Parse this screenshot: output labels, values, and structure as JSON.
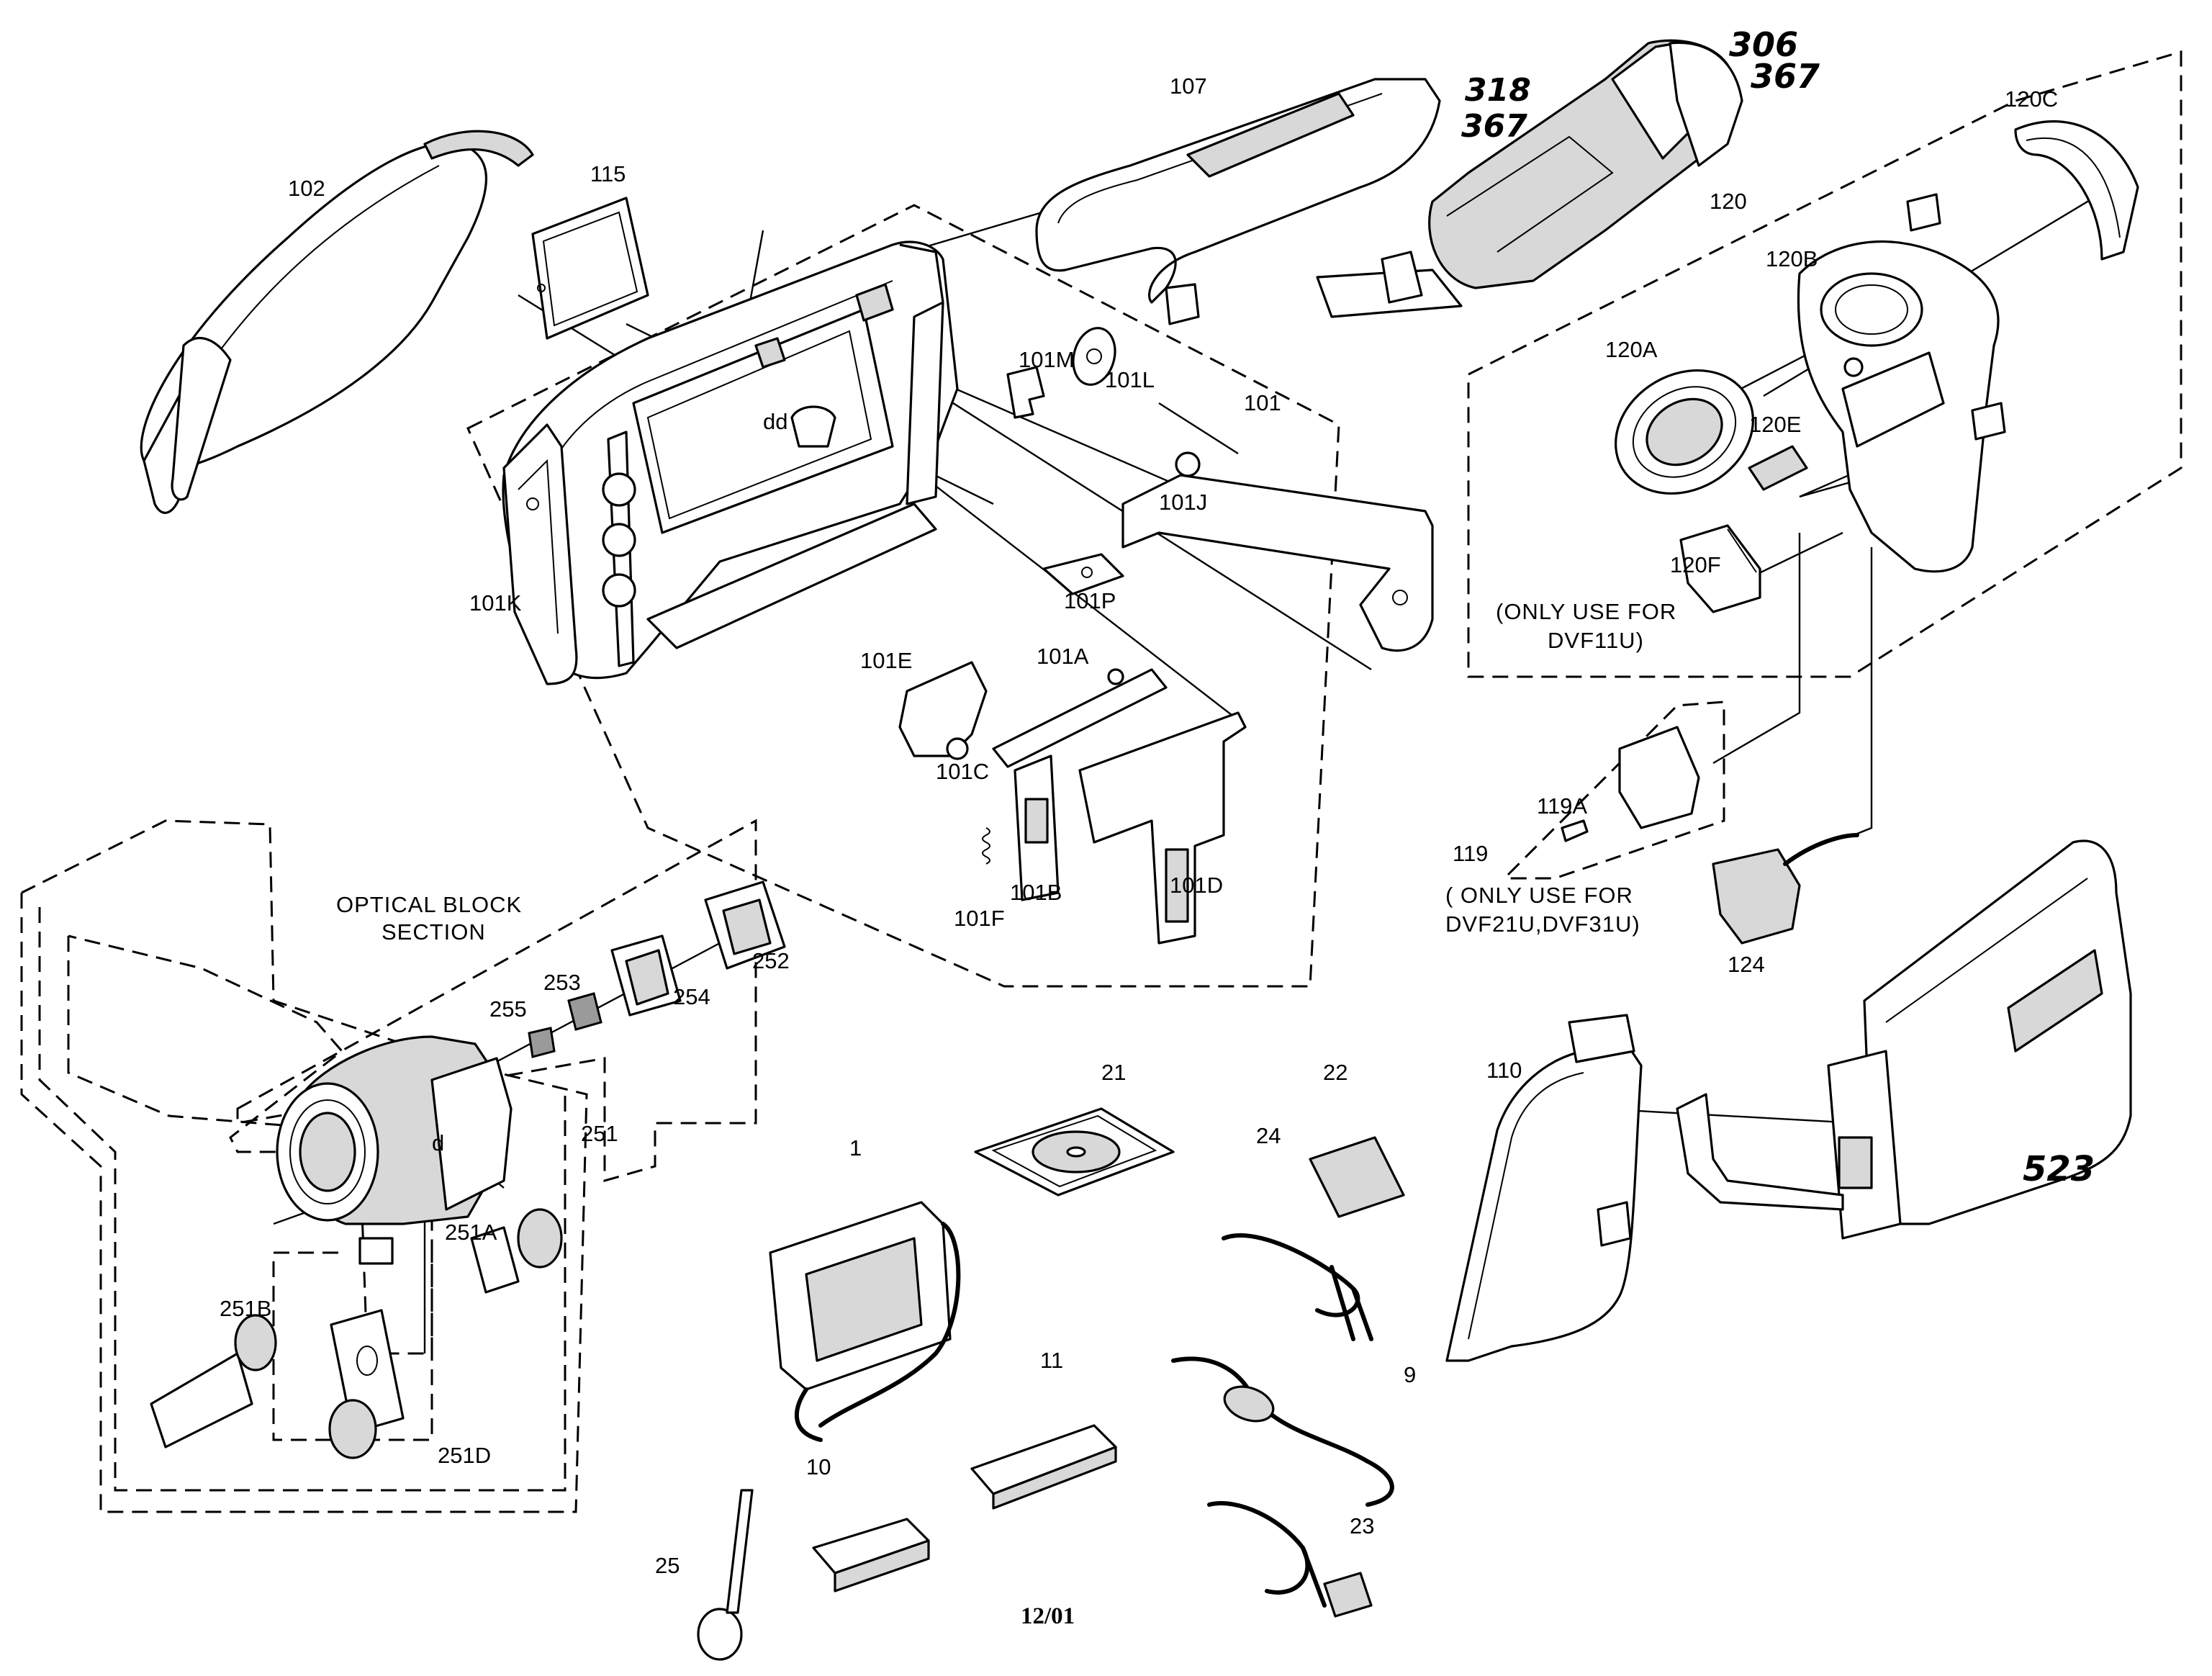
{
  "diagram": {
    "date_code": "12/01",
    "section_title_line1": "OPTICAL BLOCK",
    "section_title_line2": "SECTION",
    "note_dvf11u_line1": "(ONLY USE FOR",
    "note_dvf11u_line2": "DVF11U)",
    "note_dvf21u_line1": "( ONLY USE FOR",
    "note_dvf21u_line2": "DVF21U,DVF31U)",
    "handwritten": {
      "a": "318",
      "b": "367",
      "c": "306",
      "d": "367",
      "e": "523"
    },
    "labels": {
      "p102": "102",
      "p115": "115",
      "p107": "107",
      "p120": "120",
      "p120C": "120C",
      "p120B": "120B",
      "p120A": "120A",
      "p120E": "120E",
      "p120F": "120F",
      "p101": "101",
      "p101M": "101M",
      "p101L": "101L",
      "p101J": "101J",
      "p101K": "101K",
      "p101P": "101P",
      "p101E": "101E",
      "p101A": "101A",
      "p101C": "101C",
      "p101B": "101B",
      "p101D": "101D",
      "p101F": "101F",
      "pdd": "dd",
      "pd": "d",
      "p119A": "119A",
      "p119": "119",
      "p124": "124",
      "p252": "252",
      "p253": "253",
      "p254": "254",
      "p255": "255",
      "p251": "251",
      "p251A": "251A",
      "p251B": "251B",
      "p251D": "251D",
      "p21": "21",
      "p22": "22",
      "p24": "24",
      "p110": "110",
      "p1": "1",
      "p11": "11",
      "p9": "9",
      "p10": "10",
      "p23": "23",
      "p25": "25"
    }
  }
}
